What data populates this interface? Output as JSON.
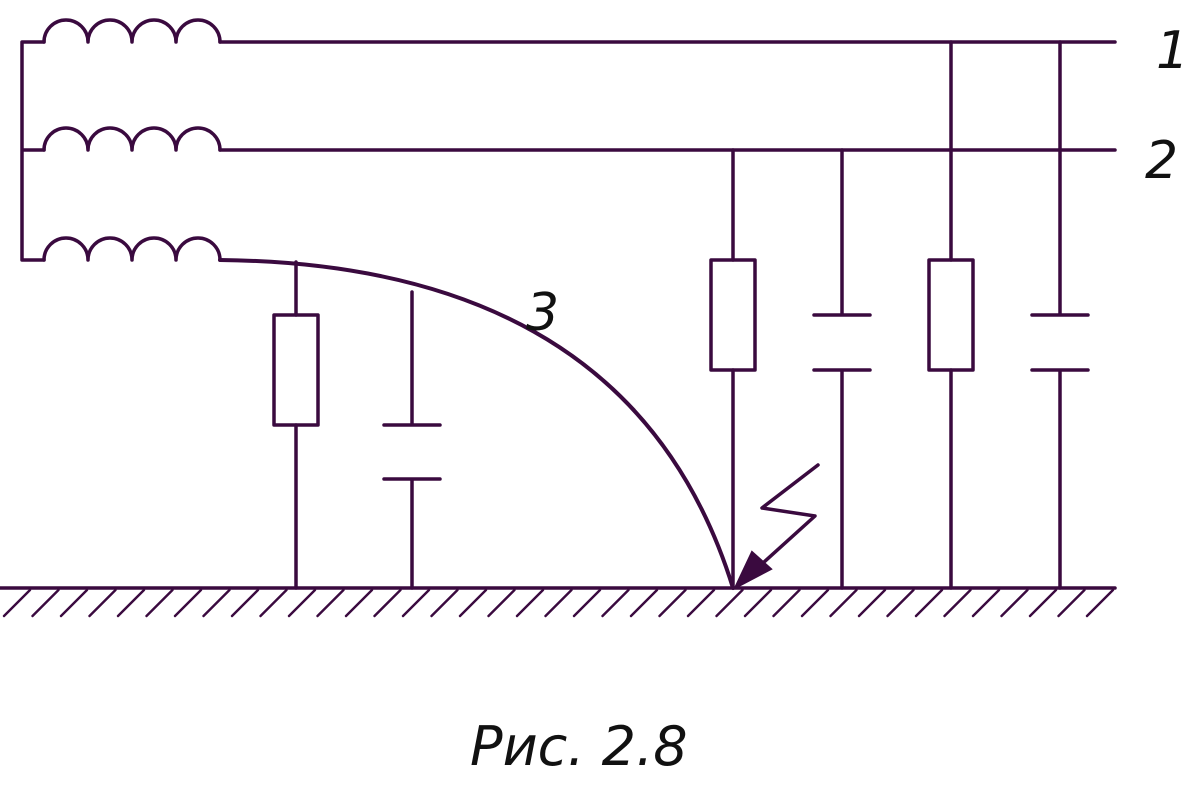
{
  "diagram": {
    "line_labels": {
      "line1": "1",
      "line2": "2",
      "line3": "3"
    },
    "caption": "Рис. 2.8",
    "colors": {
      "stroke": "#3a0a3f",
      "text": "#111111",
      "background": "#ffffff"
    }
  }
}
